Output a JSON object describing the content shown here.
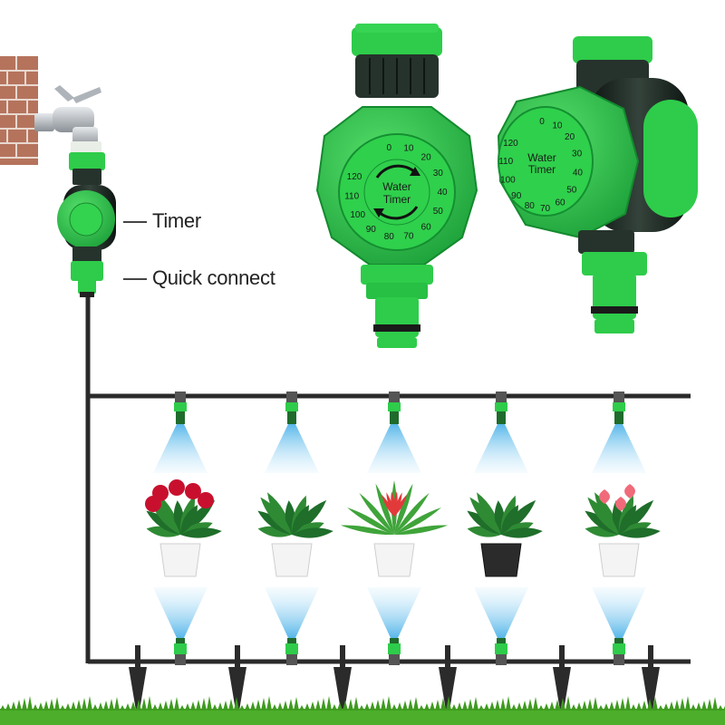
{
  "callouts": {
    "timer": "Timer",
    "quick_connect": "Quick connect"
  },
  "dial": {
    "label_line1": "Water",
    "label_line2": "Timer",
    "off_mark": "0",
    "numbers": [
      "10",
      "20",
      "30",
      "40",
      "50",
      "60",
      "70",
      "80",
      "90",
      "100",
      "110",
      "120"
    ]
  },
  "colors": {
    "timer_green": "#2ecc4a",
    "timer_dark": "#1f2a25",
    "pipe": "#2a2a2a",
    "mist": "#8fd2f2",
    "grass": "#4cae2a",
    "brick": "#b5735c"
  },
  "plants": [
    "red-rose-plant",
    "croton-plant",
    "bromeliad-plant",
    "aglaonema-plant",
    "anthurium-plant"
  ]
}
